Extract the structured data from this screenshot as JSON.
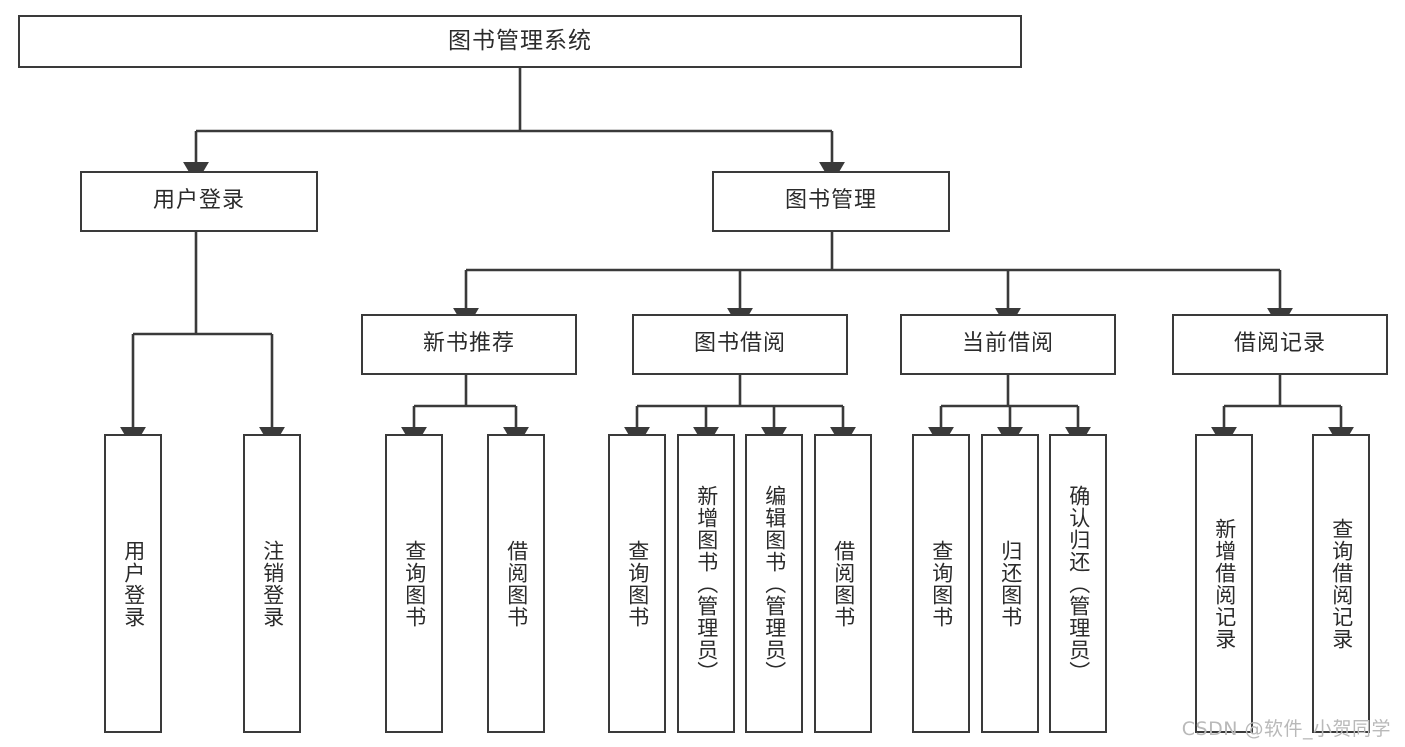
{
  "diagram": {
    "type": "tree-hierarchy",
    "title": "图书管理系统",
    "orientation": "top-down",
    "line_color": "#3a3a3a",
    "box_fill": "#ffffff",
    "text_color": "#2b2b2b",
    "root": {
      "id": "root",
      "label": "图书管理系统"
    },
    "level2": [
      {
        "id": "user-login",
        "label": "用户登录"
      },
      {
        "id": "book-manage",
        "label": "图书管理"
      }
    ],
    "level3": [
      {
        "id": "new-book-rec",
        "label": "新书推荐",
        "parent": "book-manage"
      },
      {
        "id": "book-borrow",
        "label": "图书借阅",
        "parent": "book-manage"
      },
      {
        "id": "current-borrow",
        "label": "当前借阅",
        "parent": "book-manage"
      },
      {
        "id": "borrow-record",
        "label": "借阅记录",
        "parent": "book-manage"
      }
    ],
    "leaves": {
      "user-login": [
        {
          "id": "leaf-user-login",
          "label": "用户登录"
        },
        {
          "id": "leaf-user-logout",
          "label": "注销登录"
        }
      ],
      "new-book-rec": [
        {
          "id": "leaf-query-book-1",
          "label": "查询图书"
        },
        {
          "id": "leaf-borrow-book-1",
          "label": "借阅图书"
        }
      ],
      "book-borrow": [
        {
          "id": "leaf-query-book-2",
          "label": "查询图书"
        },
        {
          "id": "leaf-add-book",
          "label": "新增图书（管理员）"
        },
        {
          "id": "leaf-edit-book",
          "label": "编辑图书（管理员）"
        },
        {
          "id": "leaf-borrow-book-2",
          "label": "借阅图书"
        }
      ],
      "current-borrow": [
        {
          "id": "leaf-query-book-3",
          "label": "查询图书"
        },
        {
          "id": "leaf-return-book",
          "label": "归还图书"
        },
        {
          "id": "leaf-confirm-return",
          "label": "确认归还（管理员）"
        }
      ],
      "borrow-record": [
        {
          "id": "leaf-add-record",
          "label": "新增借阅记录"
        },
        {
          "id": "leaf-query-record",
          "label": "查询借阅记录"
        }
      ]
    }
  },
  "watermark": {
    "text": "CSDN @软件_小贺同学"
  }
}
